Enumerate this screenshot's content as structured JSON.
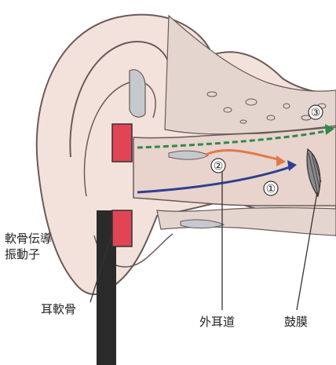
{
  "labels": {
    "vibrator_line1": "軟骨伝導",
    "vibrator_line2": "振動子",
    "ear_cartilage": "耳軟骨",
    "ear_canal": "外耳道",
    "eardrum": "鼓膜"
  },
  "markers": {
    "path1": "①",
    "path2": "②",
    "path3": "③"
  },
  "colors": {
    "skin": "#f3e2dc",
    "skin_outline": "#6a5a58",
    "canal": "#e8d3cd",
    "bone_gray": "#c5c9ce",
    "vibrator_red": "#e04455",
    "vibrator_black": "#2a2a2a",
    "arrow_blue": "#2e3f8f",
    "arrow_orange": "#e07a4a",
    "arrow_green": "#2e8a4a"
  }
}
